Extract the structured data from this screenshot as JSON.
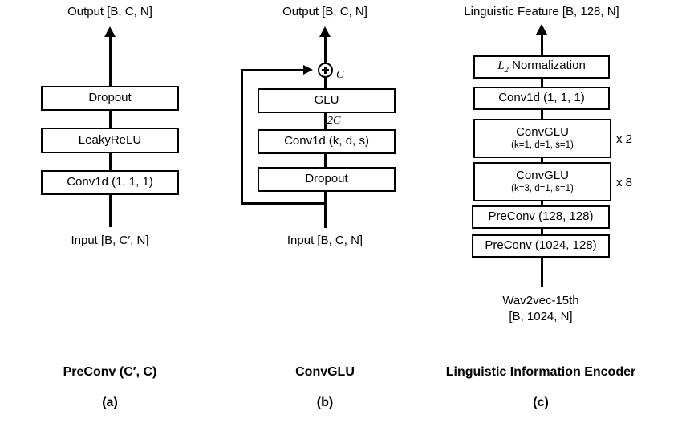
{
  "figure": {
    "type": "diagram",
    "description": "Three-panel neural network architecture block diagram"
  },
  "panels": [
    {
      "id": "a",
      "caption_title": "PreConv (C′, C)",
      "caption_letter": "(a)",
      "top_label": "Output [B, C, N]",
      "bottom_label": "Input [B, C′, N]",
      "blocks": [
        {
          "label": "Dropout",
          "sublabel": ""
        },
        {
          "label": "LeakyReLU",
          "sublabel": ""
        },
        {
          "label": "Conv1d (1, 1, 1)",
          "sublabel": ""
        }
      ]
    },
    {
      "id": "b",
      "caption_title": "ConvGLU",
      "caption_letter": "(b)",
      "top_label": "Output [B, C, N]",
      "bottom_label": "Input [B, C, N]",
      "blocks": [
        {
          "label": "GLU",
          "sublabel": ""
        },
        {
          "label": "Conv1d (k, d, s)",
          "sublabel": ""
        },
        {
          "label": "Dropout",
          "sublabel": ""
        }
      ],
      "edge_labels": {
        "after_glu": "C",
        "before_glu": "2C"
      },
      "operator": "add-circle"
    },
    {
      "id": "c",
      "caption_title": "Linguistic Information Encoder",
      "caption_letter": "(c)",
      "top_label": "Linguistic Feature [B, 128, N]",
      "bottom_label_line1": "Wav2vec-15th",
      "bottom_label_line2": "[B, 1024, N]",
      "blocks": [
        {
          "label": "L2 Normalization",
          "sublabel": "",
          "repeat": ""
        },
        {
          "label": "Conv1d (1, 1, 1)",
          "sublabel": "",
          "repeat": ""
        },
        {
          "label": "ConvGLU",
          "sublabel": "(k=1, d=1, s=1)",
          "repeat": "x 2"
        },
        {
          "label": "ConvGLU",
          "sublabel": "(k=3, d=1, s=1)",
          "repeat": "x 8"
        },
        {
          "label": "PreConv (128, 128)",
          "sublabel": "",
          "repeat": ""
        },
        {
          "label": "PreConv (1024, 128)",
          "sublabel": "",
          "repeat": ""
        }
      ]
    }
  ],
  "colors": {
    "stroke": "#000000",
    "background": "#ffffff",
    "box_fill": "#ffffff"
  }
}
